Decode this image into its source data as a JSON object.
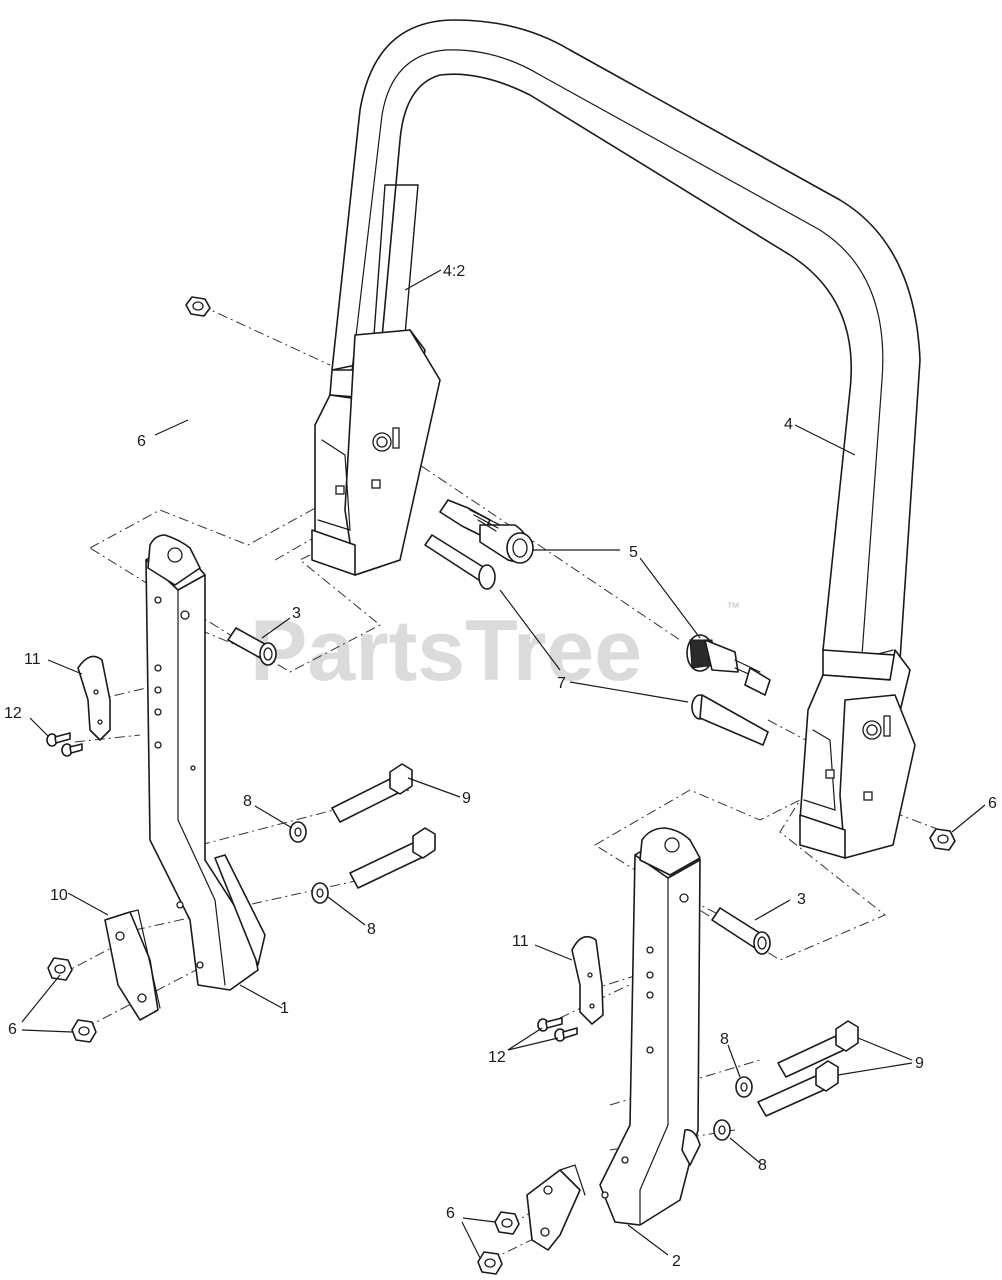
{
  "watermark": {
    "text": "PartsTree",
    "trademark": "™"
  },
  "callouts": {
    "c1": "1",
    "c2": "2",
    "c3a": "3",
    "c3b": "3",
    "c4": "4",
    "c4_2": "4:2",
    "c5": "5",
    "c6a": "6",
    "c6b": "6",
    "c6c": "6",
    "c6d": "6",
    "c7": "7",
    "c8a": "8",
    "c8b": "8",
    "c8c": "8",
    "c8d": "8",
    "c9a": "9",
    "c9b": "9",
    "c10": "10",
    "c11a": "11",
    "c11b": "11",
    "c12a": "12",
    "c12b": "12"
  }
}
